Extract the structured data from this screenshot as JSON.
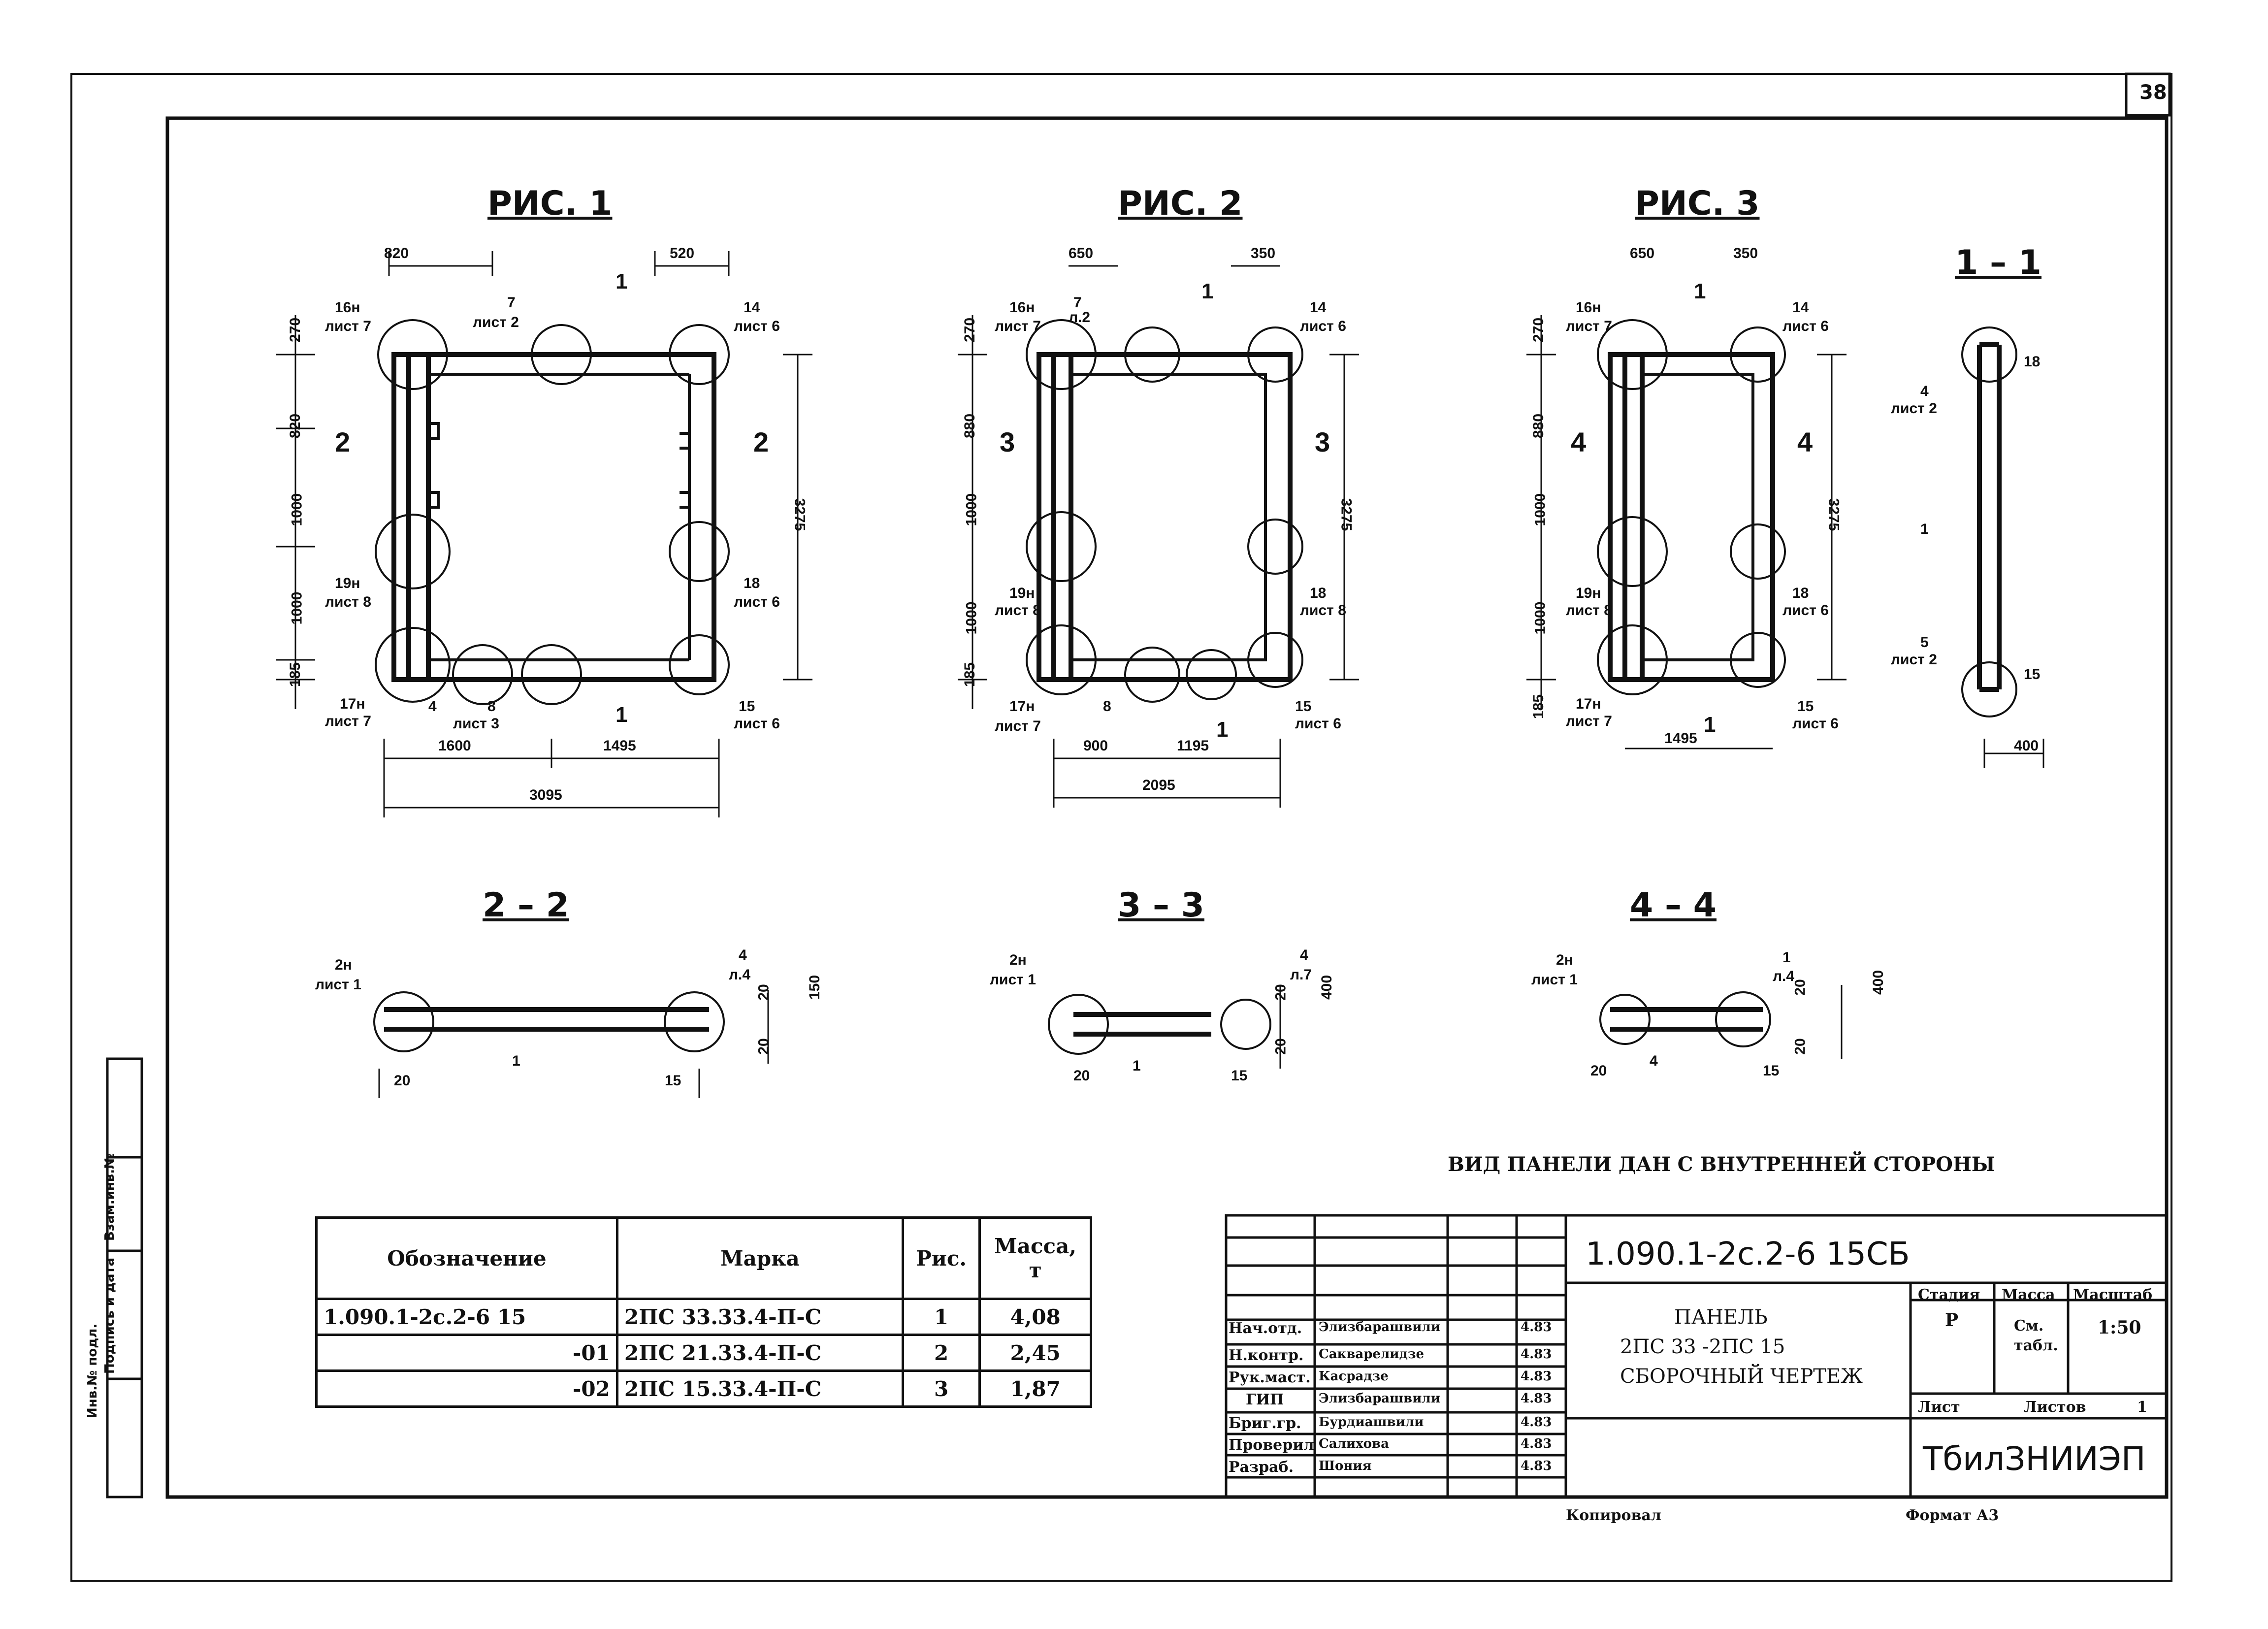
{
  "sheet": {
    "number": "38"
  },
  "figures": {
    "fig1": {
      "title": "РИС. 1",
      "dims_top": [
        "820",
        "520"
      ],
      "dims_left": [
        "270",
        "820",
        "1000",
        "1000",
        "185"
      ],
      "dims_right": [
        "3275"
      ],
      "dims_bottom": [
        "1600",
        "1495",
        "3095"
      ],
      "callouts": [
        "16н",
        "лист 7",
        "7",
        "лист 2",
        "14",
        "лист 6",
        "19н",
        "лист 8",
        "18",
        "лист 6",
        "17н",
        "лист 7",
        "4",
        "лист 3",
        "8",
        "15",
        "лист 6"
      ],
      "sections": [
        "1",
        "2",
        "2",
        "1"
      ]
    },
    "fig2": {
      "title": "РИС. 2",
      "dims_top": [
        "650",
        "350"
      ],
      "dims_left": [
        "270",
        "880",
        "1000",
        "1000",
        "185"
      ],
      "dims_right": [
        "3275"
      ],
      "dims_bottom": [
        "900",
        "1195",
        "2095"
      ],
      "callouts": [
        "16н",
        "лист 7",
        "7",
        "л.2",
        "14",
        "лист 6",
        "19н",
        "лист 8",
        "18",
        "лист 8",
        "17н",
        "лист 7",
        "8",
        "15",
        "лист 6"
      ],
      "sections": [
        "1",
        "3",
        "3",
        "1"
      ]
    },
    "fig3": {
      "title": "РИС. 3",
      "dims_top": [
        "650",
        "350"
      ],
      "dims_left": [
        "270",
        "880",
        "1000",
        "1000",
        "185"
      ],
      "dims_right": [
        "3275"
      ],
      "dims_bottom": [
        "1495"
      ],
      "callouts": [
        "16н",
        "лист 7",
        "14",
        "лист 6",
        "19н",
        "лист 8",
        "18",
        "лист 6",
        "17н",
        "лист 7",
        "15",
        "лист 6"
      ],
      "sections": [
        "1",
        "4",
        "4",
        "1"
      ]
    },
    "sec11": {
      "title": "1 – 1",
      "callouts": [
        "4",
        "лист 2",
        "1",
        "5",
        "лист 2"
      ],
      "dims": [
        "18",
        "15",
        "400"
      ]
    },
    "sec22": {
      "title": "2 – 2",
      "callouts": [
        "2н",
        "лист 1",
        "4",
        "л.4",
        "1"
      ],
      "dims": [
        "20",
        "15",
        "20",
        "150",
        "20"
      ]
    },
    "sec33": {
      "title": "3 – 3",
      "callouts": [
        "2н",
        "лист 1",
        "4",
        "л.7",
        "1"
      ],
      "dims": [
        "20",
        "15",
        "20",
        "400",
        "20"
      ]
    },
    "sec44": {
      "title": "4 – 4",
      "callouts": [
        "2н",
        "лист 1",
        "1",
        "л.4",
        "4"
      ],
      "dims": [
        "20",
        "15",
        "20",
        "400",
        "20"
      ]
    }
  },
  "note": "ВИД ПАНЕЛИ ДАН С ВНУТРЕННЕЙ СТОРОНЫ",
  "spec_table": {
    "headers": [
      "Обозначение",
      "Марка",
      "Рис.",
      "Масса, т"
    ],
    "rows": [
      [
        "1.090.1-2с.2-6 15",
        "2ПС 33.33.4-П-С",
        "1",
        "4,08"
      ],
      [
        "-01",
        "2ПС 21.33.4-П-С",
        "2",
        "2,45"
      ],
      [
        "-02",
        "2ПС 15.33.4-П-С",
        "3",
        "1,87"
      ]
    ]
  },
  "side_stamp": [
    "Инв.№ подл.",
    "Подпись и дата",
    "Взам.инв.№"
  ],
  "title_block": {
    "code": "1.090.1-2с.2-6 15СБ",
    "name_lines": [
      "ПАНЕЛЬ",
      "2ПС 33 -2ПС 15",
      "СБОРОЧНЫЙ ЧЕРТЕЖ"
    ],
    "roles": [
      "Нач.отд.",
      "Н.контр.",
      "Рук.маст.",
      "ГИП",
      "Бриг.гр.",
      "Проверил",
      "Разраб."
    ],
    "persons": [
      "Элизбарашвили",
      "Сакварелидзе",
      "Касрадзе",
      "Элизбарашвили",
      "Бурдиашвили",
      "Салихова",
      "Шония"
    ],
    "dates": [
      "4.83",
      "4.83",
      "4.83",
      "4.83",
      "4.83",
      "4.83",
      "4.83"
    ],
    "headers": [
      "Стадия",
      "Масса",
      "Масштаб"
    ],
    "stage": "Р",
    "mass": [
      "См.",
      "табл."
    ],
    "scale": "1:50",
    "sheet_label": "Лист",
    "sheets_label": "Листов",
    "sheets_value": "1",
    "org": "ТбилЗНИИЭП"
  },
  "footer": {
    "copied": "Копировал",
    "format": "Формат А3"
  }
}
